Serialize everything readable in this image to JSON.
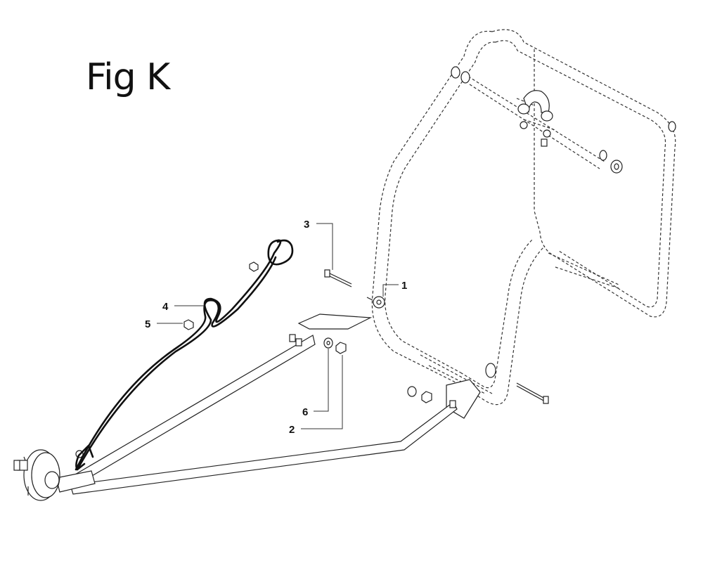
{
  "figure": {
    "title": "Fig K"
  },
  "callouts": [
    {
      "id": "1",
      "label": "1"
    },
    {
      "id": "2",
      "label": "2"
    },
    {
      "id": "3",
      "label": "3"
    },
    {
      "id": "4",
      "label": "4"
    },
    {
      "id": "5",
      "label": "5"
    },
    {
      "id": "6",
      "label": "6"
    }
  ]
}
